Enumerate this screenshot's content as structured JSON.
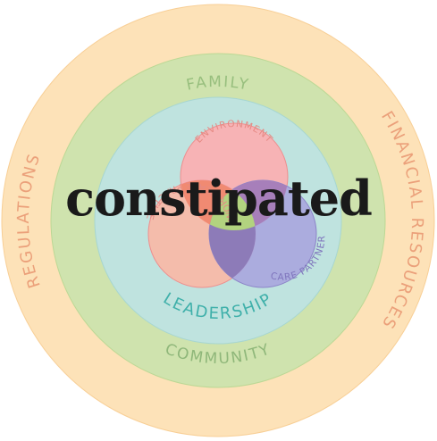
{
  "rings": [
    {
      "id": "outer",
      "fill": "#fde2b8",
      "stroke": "#f8cf96"
    },
    {
      "id": "middle",
      "fill": "#cfe3ae",
      "stroke": "#bcd895"
    },
    {
      "id": "inner",
      "fill": "#bfe3df",
      "stroke": "#a7d6d1"
    }
  ],
  "ring_labels": {
    "family": "FAMILY",
    "community": "COMMUNITY",
    "regulations": "REGULATIONS",
    "financial_resources": "FINANCIAL RESOURCES",
    "leadership": "LEADERSHIP"
  },
  "venn": [
    {
      "id": "environment",
      "label": "ENVIRONMENT",
      "fill": "#f7b3b5",
      "stroke": "#ee8e8e",
      "text_color": "#e58a84"
    },
    {
      "id": "workplace-practice",
      "label": "WORKPLACE PRACTICE",
      "fill": "#f9b9a6",
      "stroke": "#ee8e8e",
      "text_color": "#e58a84"
    },
    {
      "id": "care-partner",
      "label": "CARE PARTNER",
      "fill": "#a9a7dd",
      "stroke": "#8c84c8",
      "text_color": "#7f75bd"
    }
  ],
  "colors": {
    "family_text": "#98bf7e",
    "community_text": "#8fb77a",
    "regulations_text": "#eba07a",
    "financial_text": "#eba07a",
    "leadership_text": "#3fb0aa",
    "overlay_text": "#1a1a1a"
  },
  "overlay_word": "constipated"
}
